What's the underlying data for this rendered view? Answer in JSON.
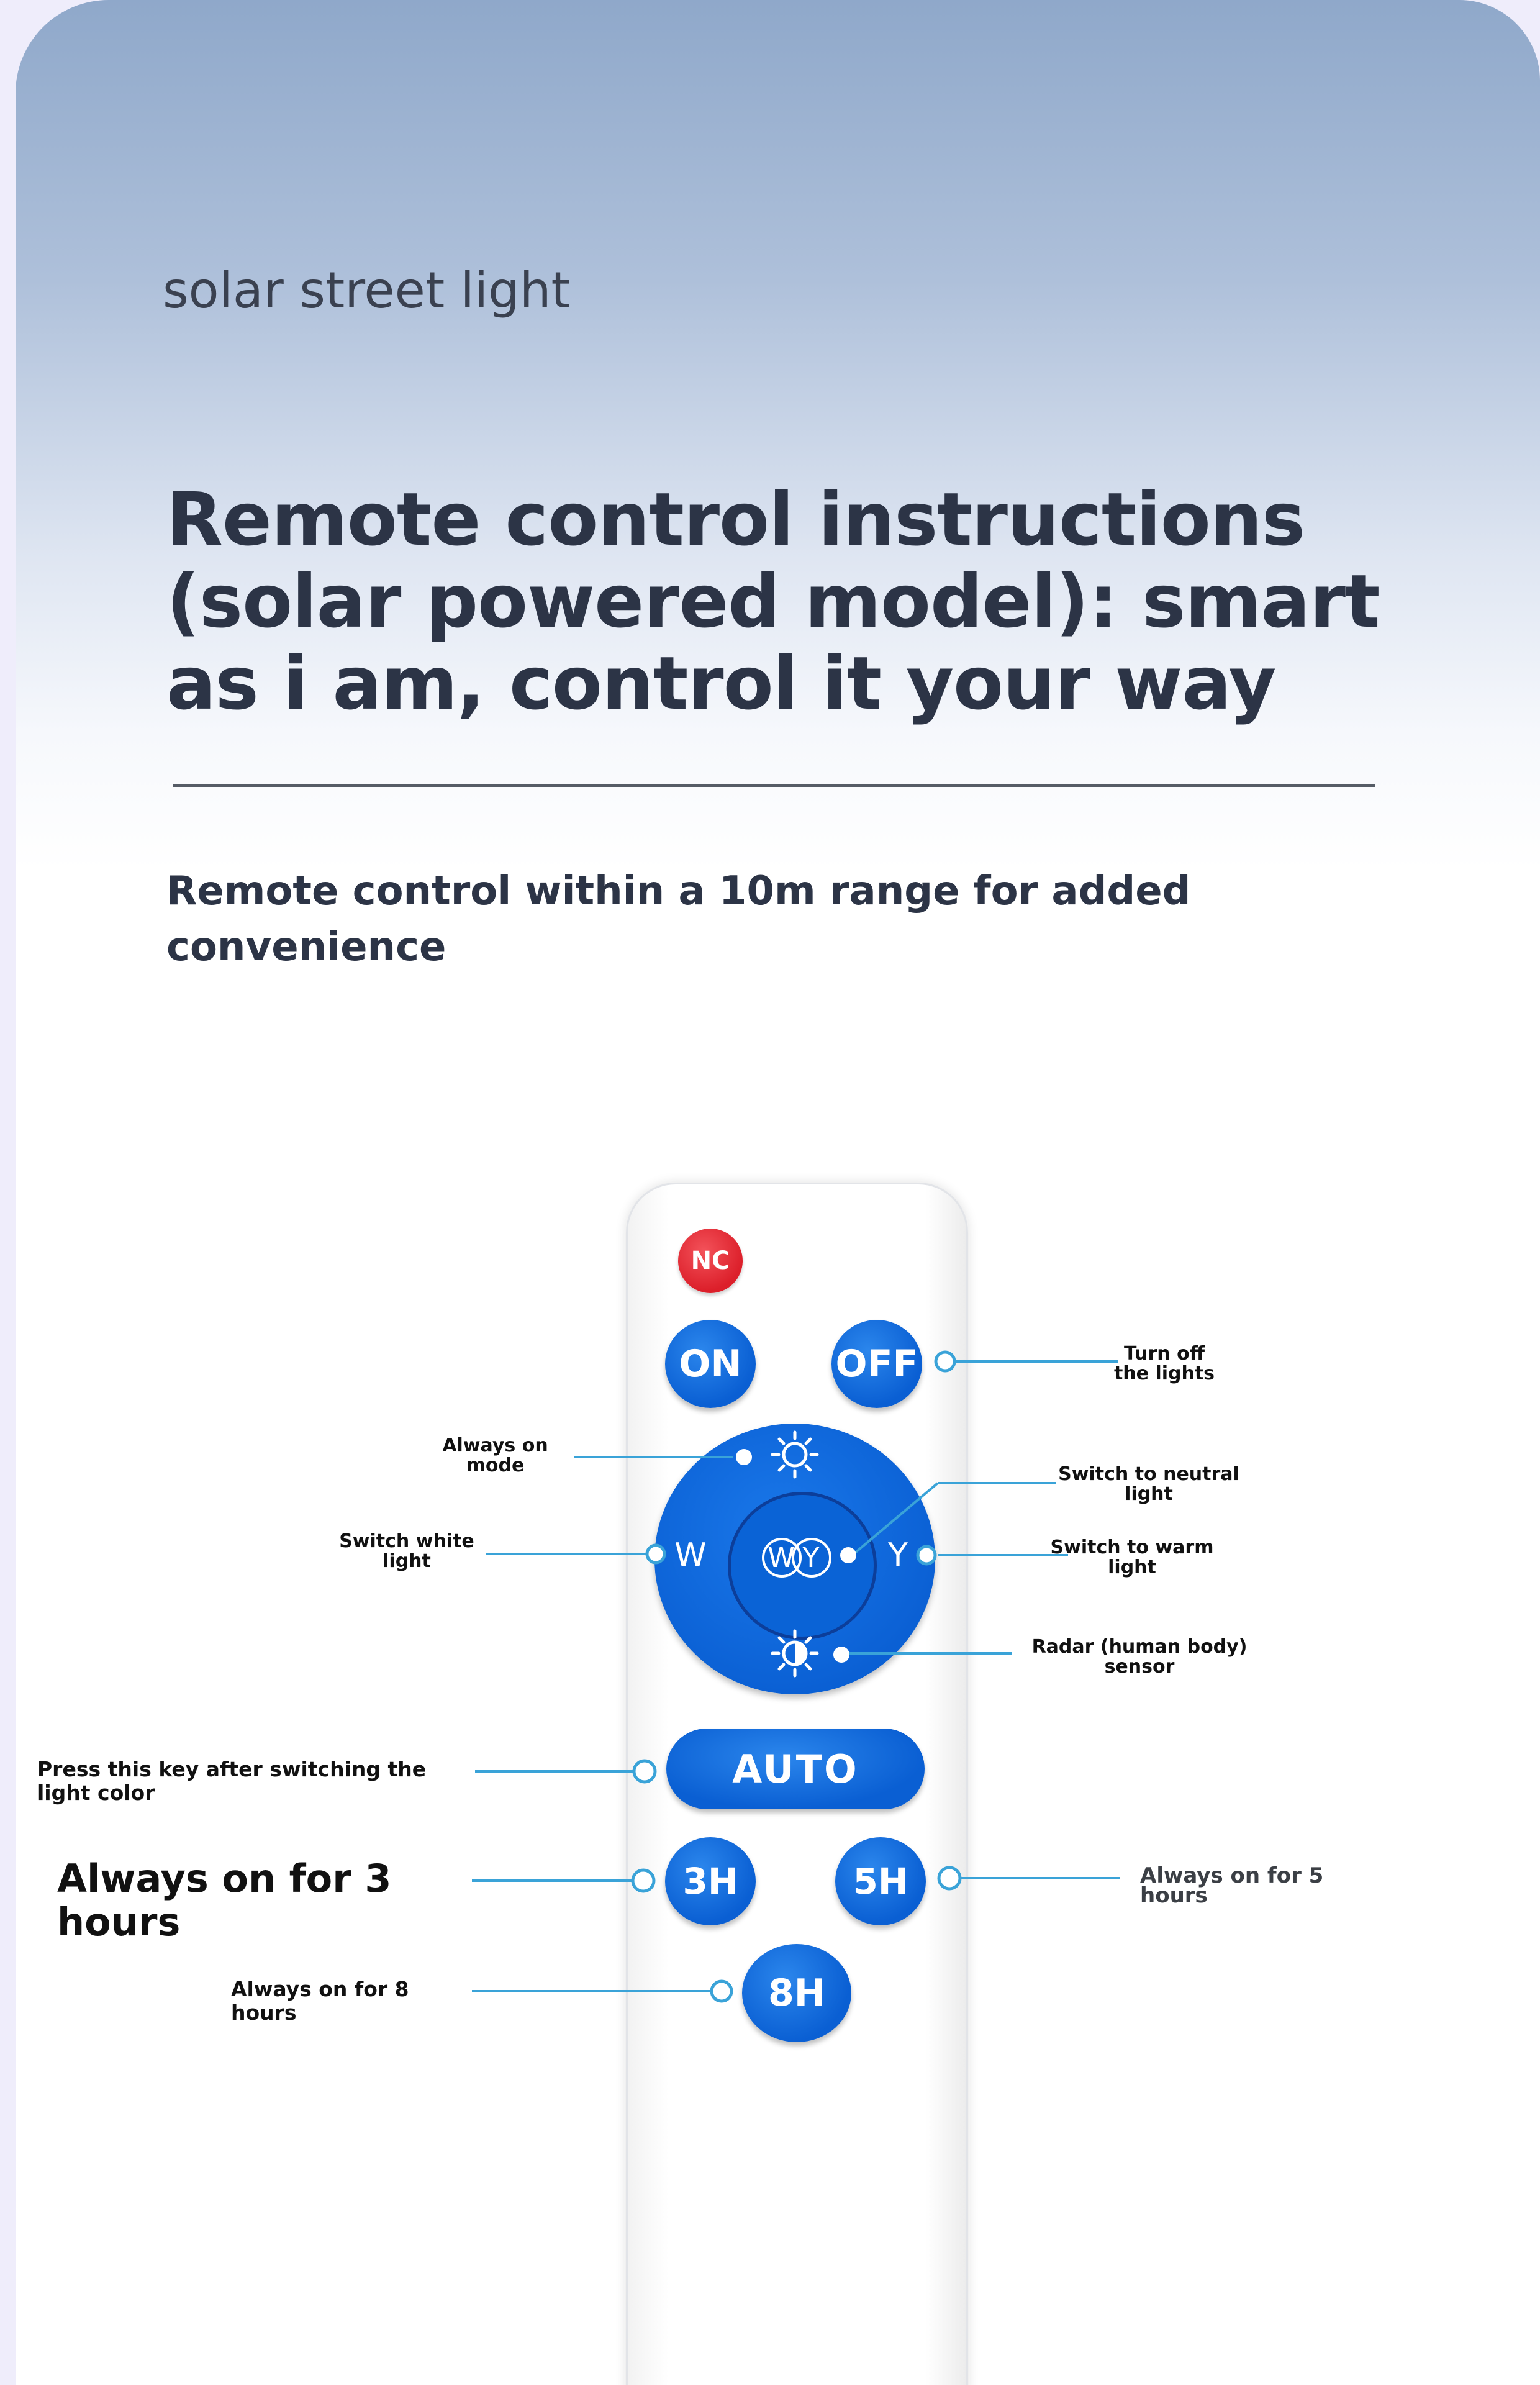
{
  "header": {
    "brand": "solar street light",
    "headline": "Remote control instructions (solar powered model): smart as i am, control it your way",
    "subhead": "Remote control within a 10m range for added convenience"
  },
  "remote": {
    "nc": "NC",
    "on": "ON",
    "off": "OFF",
    "w": "W",
    "y": "Y",
    "wy_w": "W",
    "wy_y": "Y",
    "auto": "AUTO",
    "h3": "3H",
    "h5": "5H",
    "h8": "8H"
  },
  "callouts": {
    "turn_off": "Turn off the lights",
    "always_on_mode": "Always on mode",
    "neutral": "Switch to neutral light",
    "white": "Switch white light",
    "warm": "Switch to warm light",
    "radar": "Radar (human body) sensor",
    "auto_hint": "Press this key after switching the light color",
    "h3": "Always on for 3 hours",
    "h5": "Always on for 5 hours",
    "h8": "Always on for 8 hours"
  },
  "colors": {
    "button_blue": "#0a5fd3",
    "nc_red": "#dc1f2a",
    "callout_line": "#3aa3d8",
    "headline": "#2c3446"
  }
}
